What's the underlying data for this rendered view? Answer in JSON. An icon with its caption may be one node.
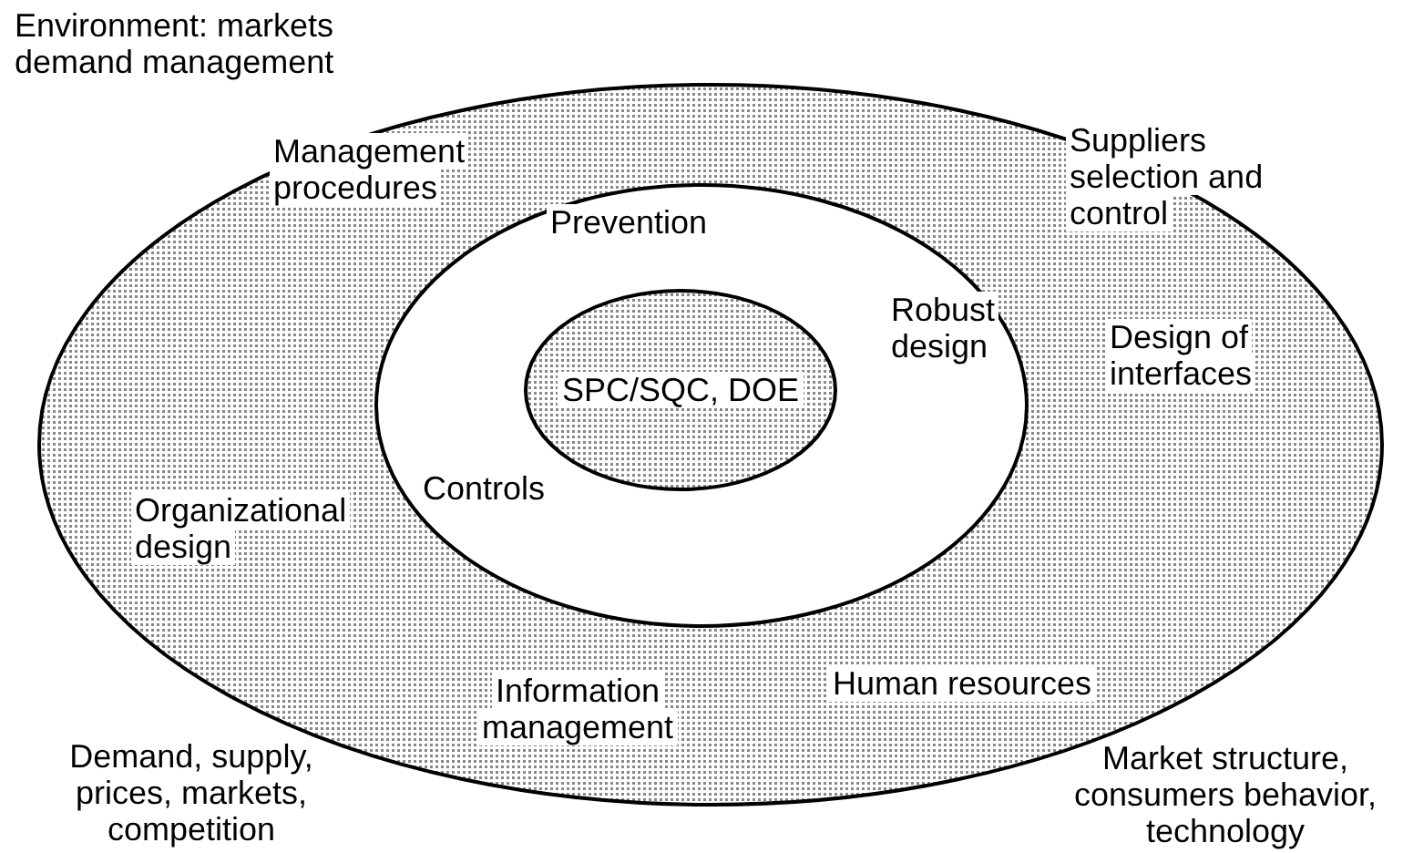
{
  "diagram": {
    "nodes": [
      {
        "text": [
          "Management procedures",
          "Suppliers selection and control",
          "Design of interfaces",
          "Organizational design",
          "Information management",
          "Human resources"
        ]
      },
      {
        "text": [
          "Prevention",
          "Robust design",
          "Controls"
        ],
        "in": 0
      },
      {
        "text": [
          "SPC/SQC, DOE"
        ],
        "in": 1
      }
    ],
    "labels": [
      "Environment: markets demand management",
      "Demand, supply, prices, markets, competition",
      "Market structure, consumers behavior, technology"
    ]
  }
}
